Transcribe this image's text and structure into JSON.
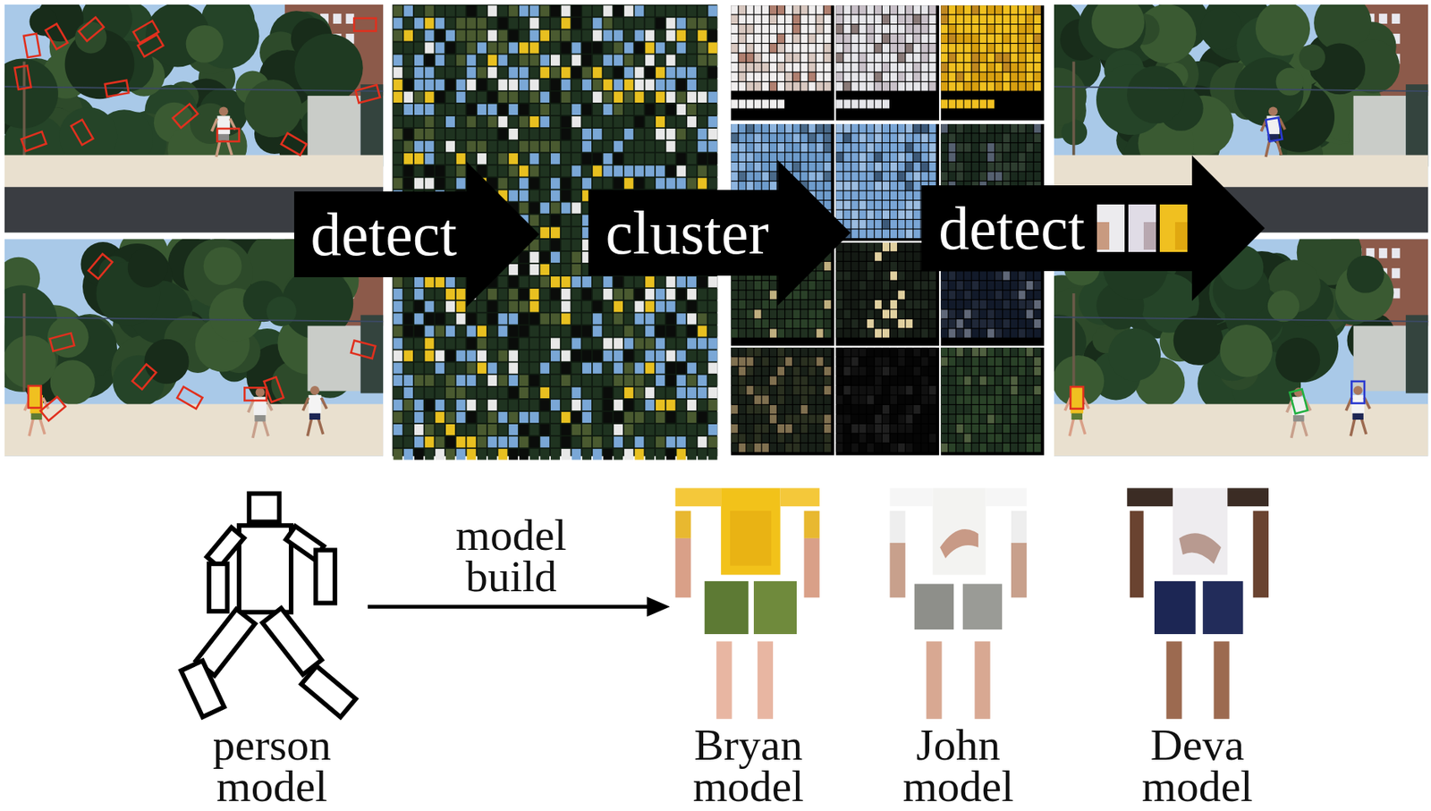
{
  "diagram": {
    "nodes": [
      {
        "text": [
          "detect"
        ]
      },
      {
        "text": [
          "cluster"
        ]
      },
      {
        "text": [
          "detect"
        ]
      },
      {
        "text": [
          "person model"
        ]
      },
      {
        "text": [
          "Bryan model"
        ]
      },
      {
        "text": [
          "John model"
        ]
      },
      {
        "text": [
          "Deva model"
        ]
      }
    ],
    "edges": [
      {
        "from": 3,
        "to": 4,
        "label": "model build",
        "arrow": "to"
      }
    ]
  }
}
